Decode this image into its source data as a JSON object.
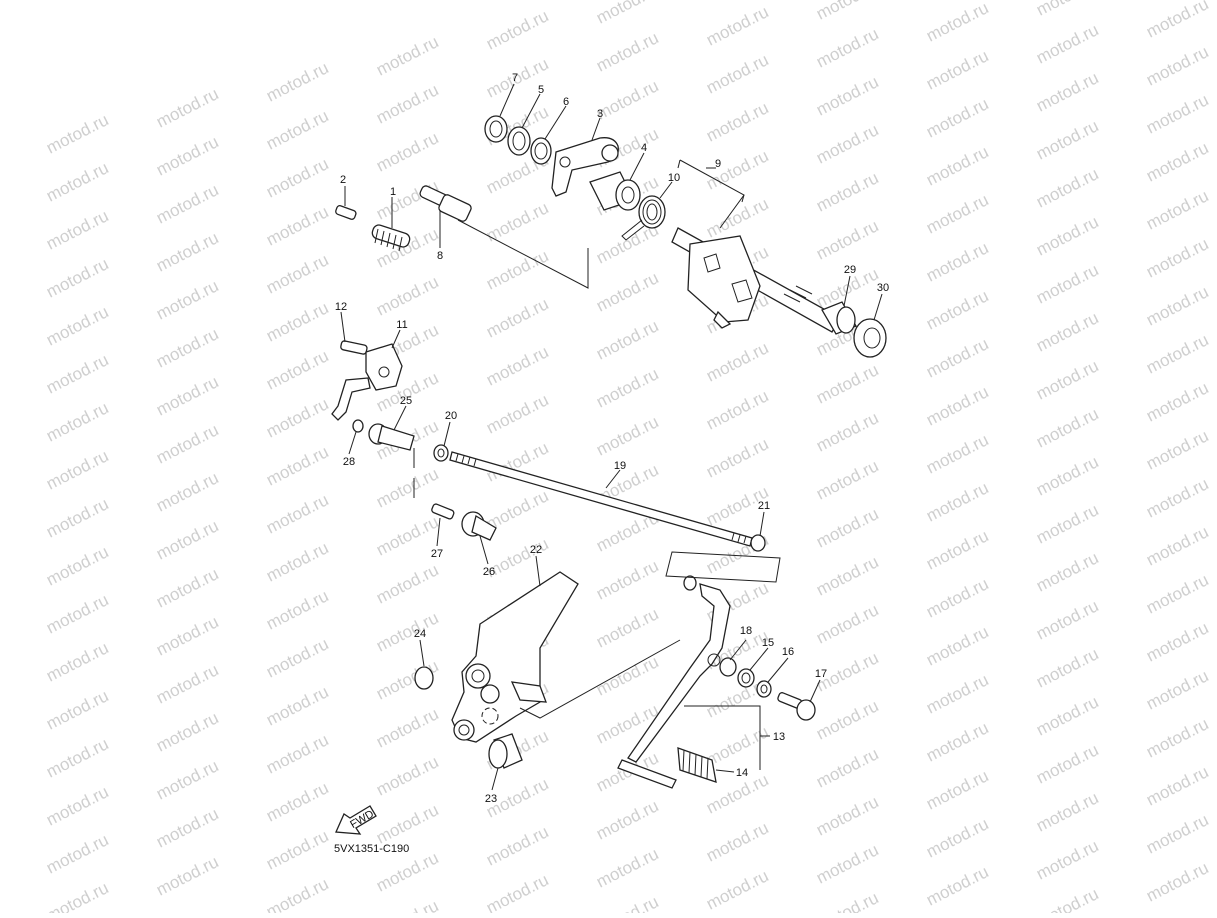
{
  "watermark": "motod.ru",
  "diagram_code": "5VX1351-C190",
  "fwd_label": "FWD",
  "callouts": [
    {
      "id": "p1",
      "text": "1"
    },
    {
      "id": "p2",
      "text": "2"
    },
    {
      "id": "p3",
      "text": "3"
    },
    {
      "id": "p4",
      "text": "4"
    },
    {
      "id": "p5",
      "text": "5"
    },
    {
      "id": "p6",
      "text": "6"
    },
    {
      "id": "p7",
      "text": "7"
    },
    {
      "id": "p8",
      "text": "8"
    },
    {
      "id": "p9",
      "text": "9"
    },
    {
      "id": "p10",
      "text": "10"
    },
    {
      "id": "p11",
      "text": "11"
    },
    {
      "id": "p12",
      "text": "12"
    },
    {
      "id": "p13",
      "text": "13"
    },
    {
      "id": "p14",
      "text": "14"
    },
    {
      "id": "p15",
      "text": "15"
    },
    {
      "id": "p16",
      "text": "16"
    },
    {
      "id": "p17",
      "text": "17"
    },
    {
      "id": "p18",
      "text": "18"
    },
    {
      "id": "p19",
      "text": "19"
    },
    {
      "id": "p20",
      "text": "20"
    },
    {
      "id": "p21",
      "text": "21"
    },
    {
      "id": "p22",
      "text": "22"
    },
    {
      "id": "p23",
      "text": "23"
    },
    {
      "id": "p24",
      "text": "24"
    },
    {
      "id": "p25",
      "text": "25"
    },
    {
      "id": "p26",
      "text": "26"
    },
    {
      "id": "p27",
      "text": "27"
    },
    {
      "id": "p28",
      "text": "28"
    },
    {
      "id": "p29",
      "text": "29"
    },
    {
      "id": "p30",
      "text": "30"
    }
  ]
}
